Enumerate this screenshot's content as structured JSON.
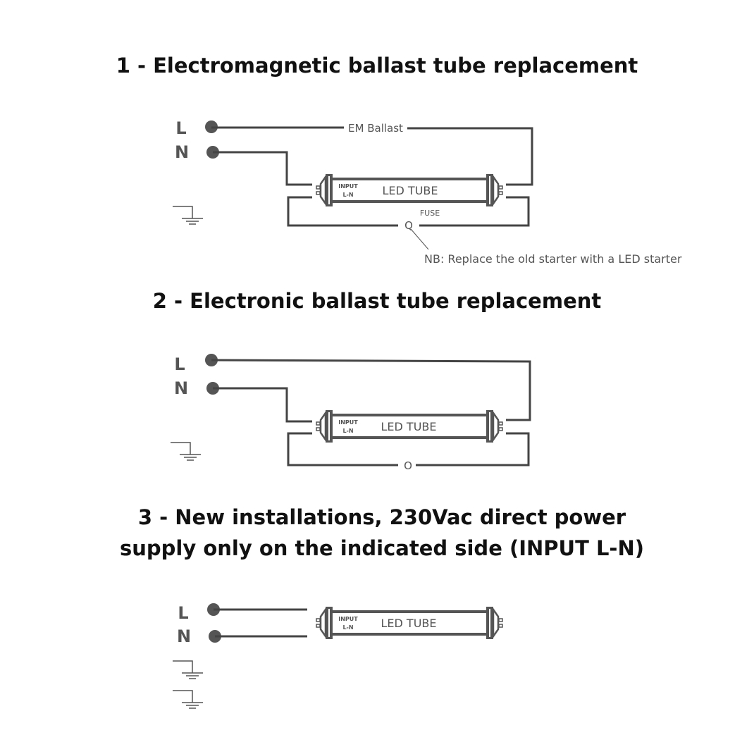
{
  "sections": [
    {
      "title": "1 - Electromagnetic ballast tube replacement",
      "ballast_label": "EM Ballast",
      "fuse_label": "FUSE",
      "starter_symbol": "Q",
      "note": "NB: Replace the old starter with a LED starter"
    },
    {
      "title": "2 - Electronic ballast tube replacement",
      "starter_symbol": "O"
    },
    {
      "title_line1": "3 - New installations, 230Vac direct power",
      "title_line2": "supply only on the indicated side (INPUT L-N)"
    }
  ],
  "terminals": {
    "live": "L",
    "neutral": "N"
  },
  "tube": {
    "label": "LED TUBE",
    "input_line1": "INPUT",
    "input_line2": "L-N"
  },
  "colors": {
    "wire": "#444444",
    "text": "#555555"
  }
}
